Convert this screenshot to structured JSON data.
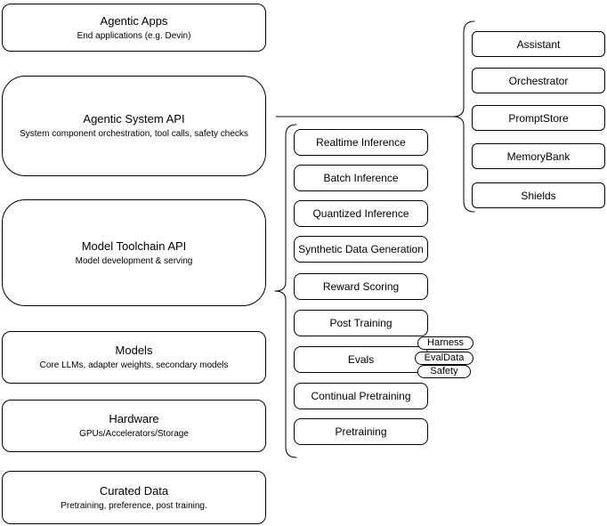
{
  "diagram": {
    "left_stack": [
      {
        "title": "Agentic Apps",
        "subtitle": "End applications (e.g. Devin)"
      },
      {
        "title": "Agentic System API",
        "subtitle": "System component orchestration, tool calls, safety checks"
      },
      {
        "title": "Model Toolchain API",
        "subtitle": "Model development & serving"
      },
      {
        "title": "Models",
        "subtitle": "Core LLMs, adapter weights, secondary models"
      },
      {
        "title": "Hardware",
        "subtitle": "GPUs/Accelerators/Storage"
      },
      {
        "title": "Curated Data",
        "subtitle": "Pretraining, preference, post training."
      }
    ],
    "toolchain_items": [
      "Realtime Inference",
      "Batch Inference",
      "Quantized Inference",
      "Synthetic Data Generation",
      "Reward Scoring",
      "Post Training",
      "Evals",
      "Continual Pretraining",
      "Pretraining"
    ],
    "eval_tags": [
      "Harness",
      "EvalData",
      "Safety"
    ],
    "system_components": [
      "Assistant",
      "Orchestrator",
      "PromptStore",
      "MemoryBank",
      "Shields"
    ],
    "colors": {
      "stroke": "#000000",
      "background": "#ffffff"
    }
  }
}
